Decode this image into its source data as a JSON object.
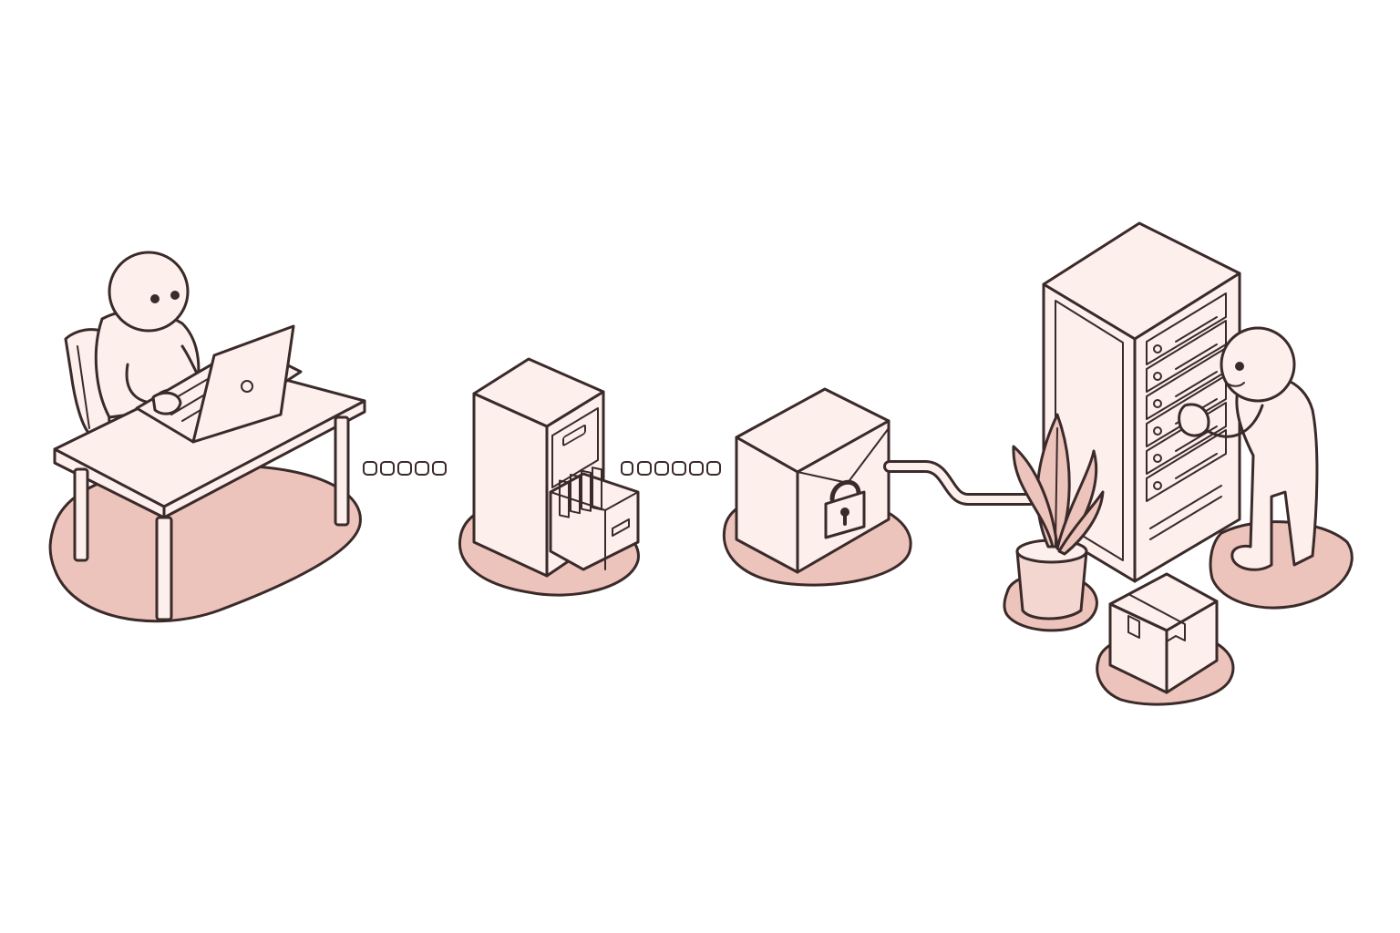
{
  "palette": {
    "outline": "#3b2a2a",
    "fill_light": "#fcefec",
    "fill_mid": "#f3d6d0",
    "shadow": "#ecc4bb",
    "background": "#ffffff"
  },
  "nodes": [
    {
      "id": "workstation",
      "icon": "person-at-laptop-desk-icon"
    },
    {
      "id": "file-cabinet",
      "icon": "file-cabinet-icon"
    },
    {
      "id": "secure-box",
      "icon": "padlock-box-icon"
    },
    {
      "id": "server-room",
      "icon": "server-rack-technician-icon"
    }
  ],
  "connectors": [
    {
      "from": "workstation",
      "to": "file-cabinet",
      "style": "dotted"
    },
    {
      "from": "file-cabinet",
      "to": "secure-box",
      "style": "dotted"
    },
    {
      "from": "secure-box",
      "to": "server-room",
      "style": "pipe"
    }
  ],
  "decor": [
    "potted-plant-icon",
    "cardboard-box-icon"
  ]
}
